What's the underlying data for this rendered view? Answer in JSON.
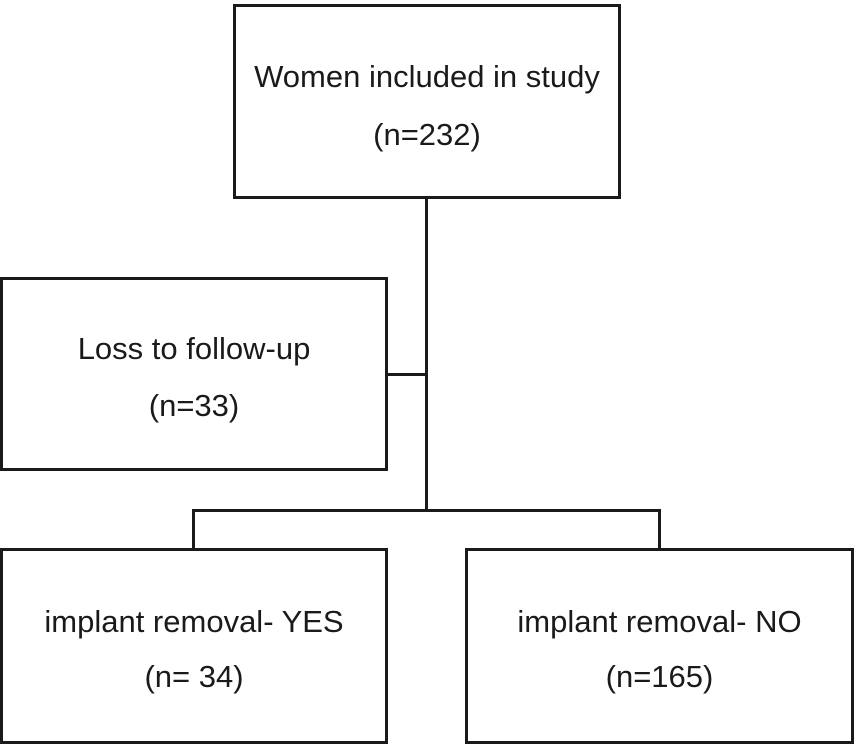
{
  "flowchart": {
    "top": {
      "label": "Women included in study",
      "count": "(n=232)"
    },
    "excluded": {
      "label": "Loss to follow-up",
      "count": "(n=33)"
    },
    "outcome_yes": {
      "label": "implant removal- YES",
      "count": "(n= 34)"
    },
    "outcome_no": {
      "label": "implant removal- NO",
      "count": "(n=165)"
    }
  },
  "colors": {
    "stroke": "#1a1a1a",
    "background": "#ffffff"
  }
}
